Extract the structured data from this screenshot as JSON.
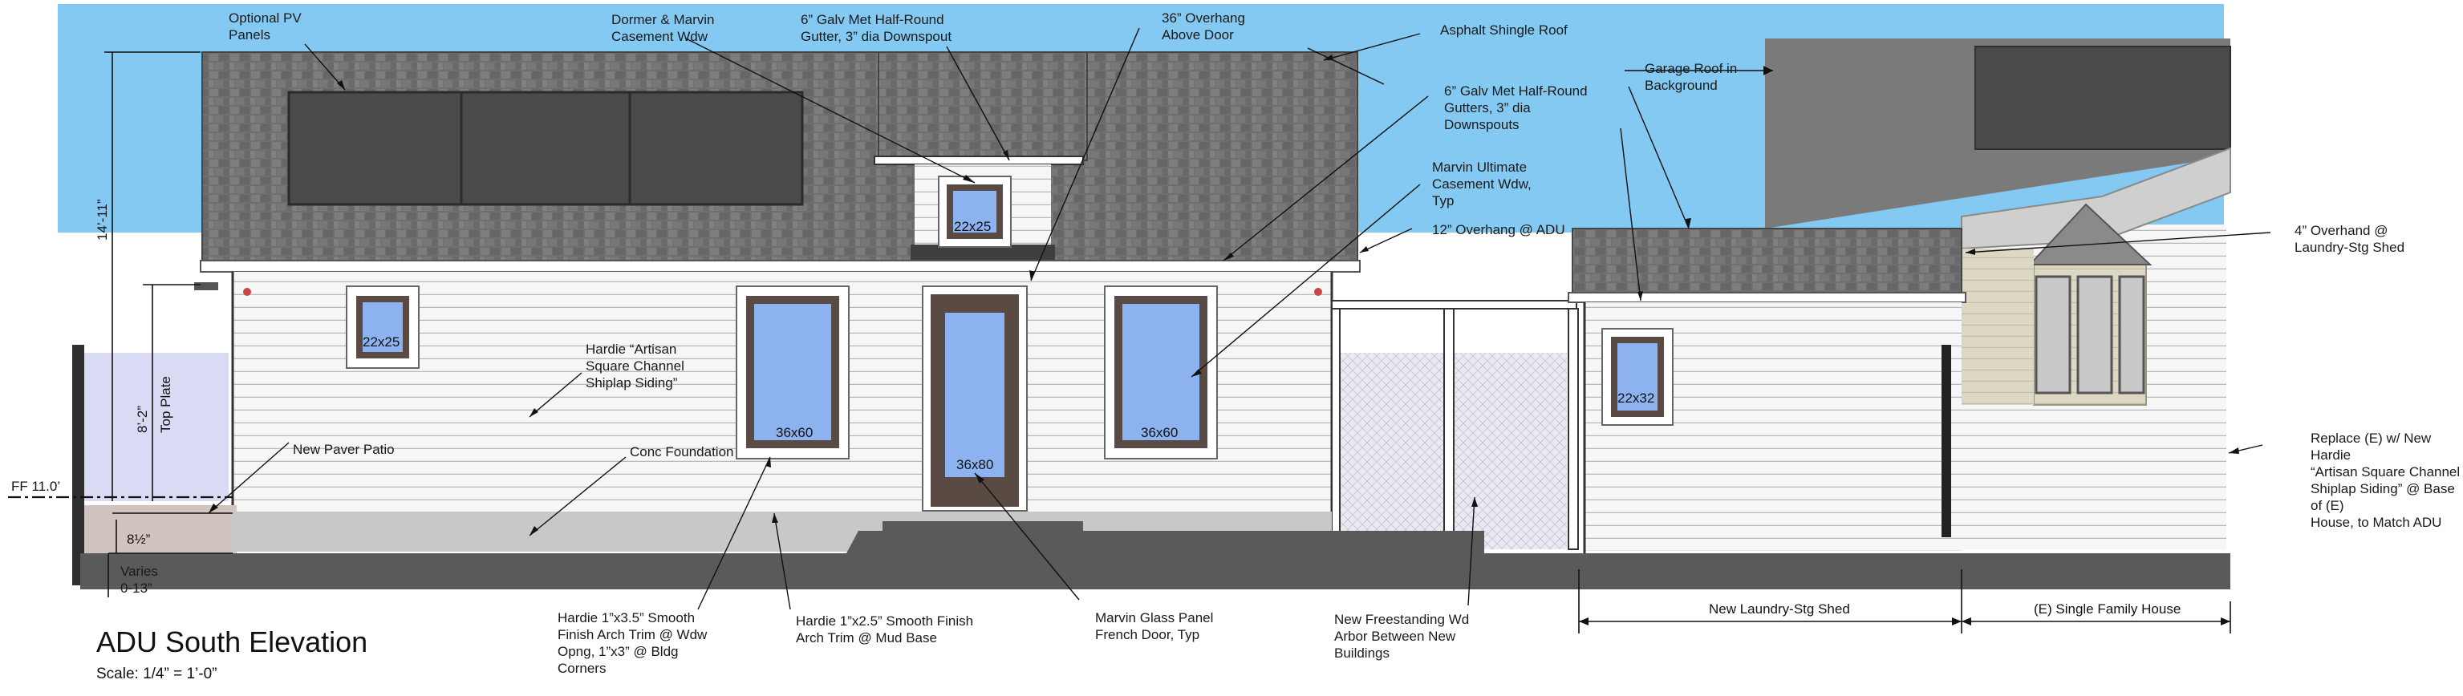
{
  "drawing": {
    "title": "ADU South Elevation",
    "scale": "Scale: 1/4” = 1’-0”"
  },
  "windows": {
    "w_left": "22x25",
    "w_dormer": "22x25",
    "w_center": "36x60",
    "door": "36x80",
    "w_right": "36x60",
    "w_shed": "22x32"
  },
  "dimensions": {
    "overall_height": "14’-11”",
    "plate_height": "8’-2”",
    "top_plate": "Top Plate",
    "finish_floor": "FF 11.0’",
    "foundation": "8½”",
    "varies": "Varies\n0-13”",
    "shed_span": "New Laundry-Stg Shed",
    "house_span": "(E) Single Family House"
  },
  "notes": {
    "pv": "Optional PV\nPanels",
    "dormer_window": "Dormer & Marvin\nCasement Wdw",
    "gutter_dormer": "6” Galv Met Half-Round\nGutter, 3” dia Downspout",
    "overhang_door": "36” Overhang\nAbove Door",
    "roof": "Asphalt Shingle Roof",
    "gutters_main": "6” Galv Met Half-Round\nGutters, 3” dia\nDownspouts",
    "garage": "Garage Roof in\nBackground",
    "marvin_wdw": "Marvin Ultimate\nCasement Wdw,\nTyp",
    "overhang_adu": "12” Overhang @ ADU",
    "overhang_shed": "4” Overhand @\nLaundry-Stg Shed",
    "siding": "Hardie “Artisan\nSquare Channel\nShiplap Siding”",
    "paver": "New Paver Patio",
    "foundation": "Conc Foundation",
    "trim_window": "Hardie 1”x3.5” Smooth\nFinish Arch Trim @ Wdw\nOpng, 1”x3” @ Bldg\nCorners",
    "trim_base": "Hardie 1”x2.5” Smooth Finish\nArch Trim @ Mud Base",
    "door": "Marvin Glass Panel\nFrench Door, Typ",
    "arbor": "New Freestanding  Wd\nArbor Between New\nBuildings",
    "replace_siding": "Replace (E) w/ New Hardie\n“Artisan Square  Channel\nShiplap  Siding” @ Base of (E)\nHouse, to Match ADU"
  },
  "colors": {
    "sky": "#84c9f2",
    "roof": "#737373",
    "siding": "#f4f4f4",
    "glass": "#8cb3f0",
    "frame": "#5a4a44",
    "ground": "#5a5a5a"
  }
}
